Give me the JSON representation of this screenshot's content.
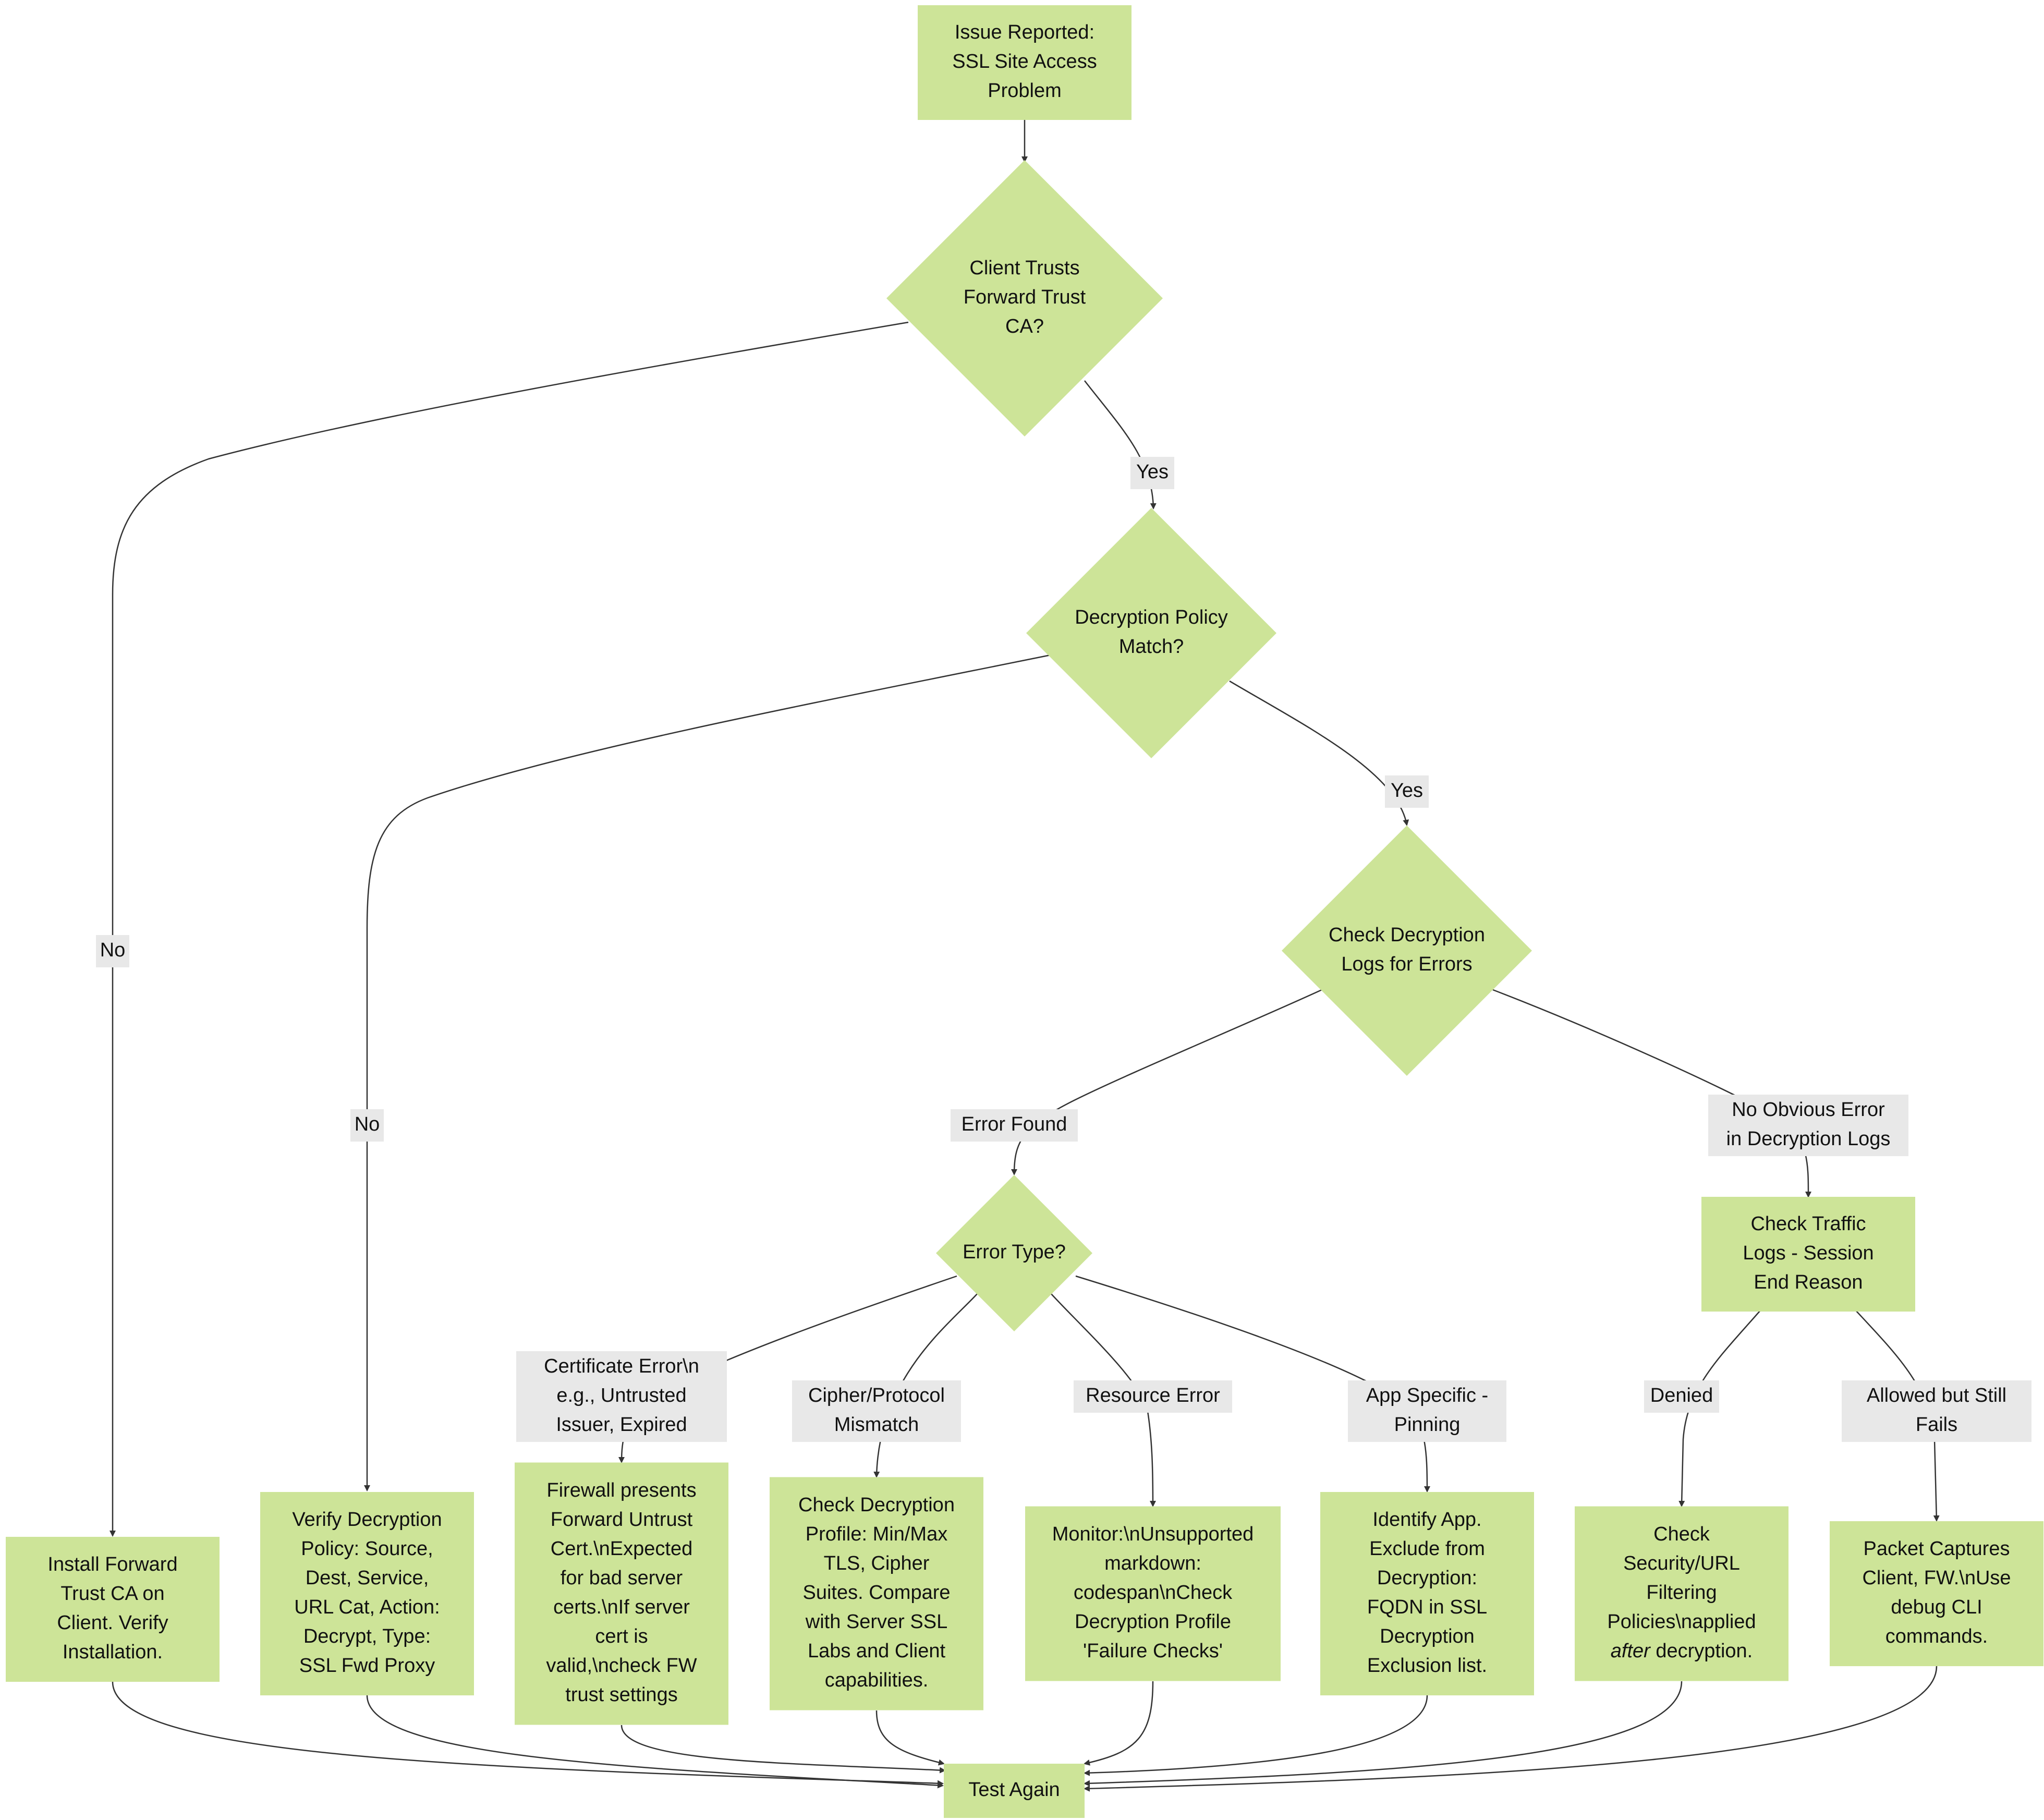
{
  "diagram": {
    "type": "flowchart",
    "node_fill": "#cde498",
    "edge_label_fill": "#e8e8e8",
    "edge_color": "#333333",
    "nodes": {
      "start": {
        "shape": "rect",
        "lines": [
          "Issue Reported:",
          "SSL Site Access",
          "Problem"
        ]
      },
      "trust_ca": {
        "shape": "diamond",
        "lines": [
          "Client Trusts",
          "Forward Trust",
          "CA?"
        ]
      },
      "policy_match": {
        "shape": "diamond",
        "lines": [
          "Decryption Policy",
          "Match?"
        ]
      },
      "check_logs": {
        "shape": "diamond",
        "lines": [
          "Check Decryption",
          "Logs for Errors"
        ]
      },
      "error_type": {
        "shape": "diamond",
        "lines": [
          "Error Type?"
        ]
      },
      "traffic_logs": {
        "shape": "rect",
        "lines": [
          "Check Traffic",
          "Logs - Session",
          "End Reason"
        ]
      },
      "install_ca": {
        "shape": "rect",
        "lines": [
          "Install Forward",
          "Trust CA on",
          "Client. Verify",
          "Installation."
        ]
      },
      "verify_policy": {
        "shape": "rect",
        "lines": [
          "Verify Decryption",
          "Policy: Source,",
          "Dest, Service,",
          "URL Cat, Action:",
          "Decrypt, Type:",
          "SSL Fwd Proxy"
        ]
      },
      "fw_untrust": {
        "shape": "rect",
        "lines": [
          "Firewall presents",
          "Forward Untrust",
          "Cert.\\nExpected",
          "for bad server",
          "certs.\\nIf server",
          "cert is",
          "valid,\\ncheck FW",
          "trust settings"
        ]
      },
      "check_profile": {
        "shape": "rect",
        "lines": [
          "Check Decryption",
          "Profile: Min/Max",
          "TLS, Cipher",
          "Suites. Compare",
          "with Server SSL",
          "Labs and Client",
          "capabilities."
        ]
      },
      "monitor": {
        "shape": "rect",
        "lines": [
          "Monitor:\\nUnsupported",
          "markdown:",
          "codespan\\nCheck",
          "Decryption Profile",
          "'Failure Checks'"
        ]
      },
      "identify_app": {
        "shape": "rect",
        "lines": [
          "Identify App.",
          "Exclude from",
          "Decryption:",
          "FQDN in SSL",
          "Decryption",
          "Exclusion list."
        ]
      },
      "check_security": {
        "shape": "rect",
        "lines": [
          "Check",
          "Security/URL",
          "Filtering",
          "Policies\\napplied",
          "after decryption."
        ]
      },
      "packet_captures": {
        "shape": "rect",
        "lines": [
          "Packet Captures",
          "Client, FW.\\nUse",
          "debug CLI",
          "commands."
        ]
      },
      "test_again": {
        "shape": "rect",
        "lines": [
          "Test Again"
        ]
      }
    },
    "edges": [
      {
        "from": "start",
        "to": "trust_ca",
        "label": []
      },
      {
        "from": "trust_ca",
        "to": "policy_match",
        "label": [
          "Yes"
        ]
      },
      {
        "from": "trust_ca",
        "to": "install_ca",
        "label": [
          "No"
        ]
      },
      {
        "from": "policy_match",
        "to": "check_logs",
        "label": [
          "Yes"
        ]
      },
      {
        "from": "policy_match",
        "to": "verify_policy",
        "label": [
          "No"
        ]
      },
      {
        "from": "check_logs",
        "to": "error_type",
        "label": [
          "Error Found"
        ]
      },
      {
        "from": "check_logs",
        "to": "traffic_logs",
        "label": [
          "No Obvious Error",
          "in Decryption Logs"
        ]
      },
      {
        "from": "error_type",
        "to": "fw_untrust",
        "label": [
          "Certificate Error\\n",
          "e.g., Untrusted",
          "Issuer, Expired"
        ]
      },
      {
        "from": "error_type",
        "to": "check_profile",
        "label": [
          "Cipher/Protocol",
          "Mismatch"
        ]
      },
      {
        "from": "error_type",
        "to": "monitor",
        "label": [
          "Resource Error"
        ]
      },
      {
        "from": "error_type",
        "to": "identify_app",
        "label": [
          "App Specific -",
          "Pinning"
        ]
      },
      {
        "from": "traffic_logs",
        "to": "check_security",
        "label": [
          "Denied"
        ]
      },
      {
        "from": "traffic_logs",
        "to": "packet_captures",
        "label": [
          "Allowed but Still",
          "Fails"
        ]
      },
      {
        "from": "install_ca",
        "to": "test_again",
        "label": []
      },
      {
        "from": "verify_policy",
        "to": "test_again",
        "label": []
      },
      {
        "from": "fw_untrust",
        "to": "test_again",
        "label": []
      },
      {
        "from": "check_profile",
        "to": "test_again",
        "label": []
      },
      {
        "from": "monitor",
        "to": "test_again",
        "label": []
      },
      {
        "from": "identify_app",
        "to": "test_again",
        "label": []
      },
      {
        "from": "check_security",
        "to": "test_again",
        "label": []
      },
      {
        "from": "packet_captures",
        "to": "test_again",
        "label": []
      }
    ]
  }
}
